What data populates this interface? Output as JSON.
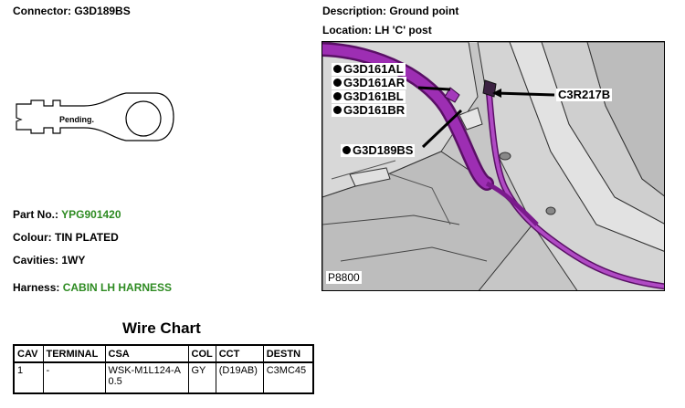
{
  "connector": {
    "label": "Connector:",
    "value": "G3D189BS"
  },
  "description": {
    "label": "Description:",
    "value": "Ground point"
  },
  "location": {
    "label": "Location:",
    "value": "LH 'C' post"
  },
  "terminal_drawing": {
    "stamp": "Pending."
  },
  "part_no": {
    "label": "Part No.:",
    "value": "YPG901420"
  },
  "colour": {
    "label": "Colour:",
    "value": "TIN PLATED"
  },
  "cavities": {
    "label": "Cavities:",
    "value": "1WY"
  },
  "harness": {
    "label": "Harness:",
    "value": "CABIN LH HARNESS"
  },
  "photo": {
    "ref": "P8800",
    "callouts": [
      "G3D161AL",
      "G3D161AR",
      "G3D161BL",
      "G3D161BR"
    ],
    "target": "G3D189BS",
    "connector_callout": "C3R217B"
  },
  "wire_chart": {
    "title": "Wire Chart",
    "headers": [
      "CAV",
      "TERMINAL",
      "CSA",
      "COL",
      "CCT",
      "DESTN"
    ],
    "rows": [
      {
        "cav": "1",
        "terminal": "-",
        "csa": "WSK-M1L124-A 0.5",
        "col": "GY",
        "cct": "(D19AB)",
        "destn": "C3MC45"
      }
    ]
  },
  "colors": {
    "green": "#2e8b22",
    "harness": "#8a1fa0"
  }
}
